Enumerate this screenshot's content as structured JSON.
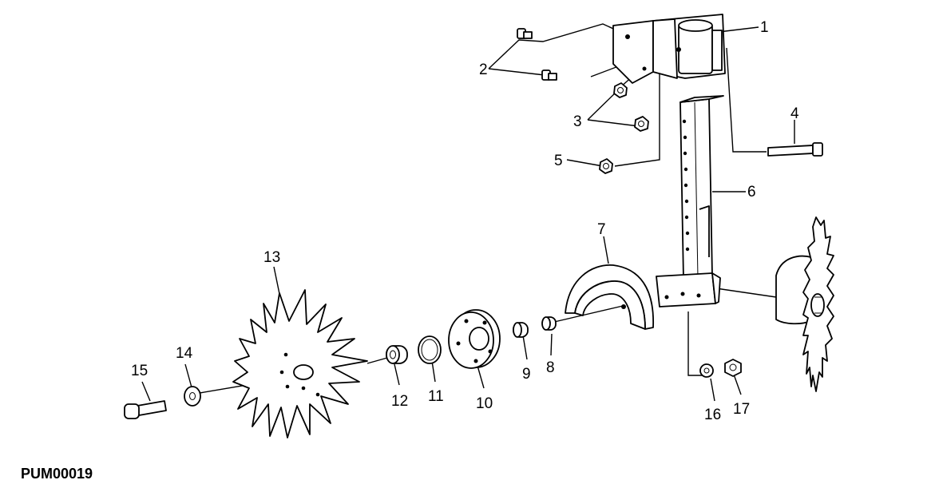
{
  "figure_code": "PUM00019",
  "callouts": [
    {
      "id": "1",
      "label": "1"
    },
    {
      "id": "2",
      "label": "2"
    },
    {
      "id": "3",
      "label": "3"
    },
    {
      "id": "4",
      "label": "4"
    },
    {
      "id": "5",
      "label": "5"
    },
    {
      "id": "6",
      "label": "6"
    },
    {
      "id": "7",
      "label": "7"
    },
    {
      "id": "8",
      "label": "8"
    },
    {
      "id": "9",
      "label": "9"
    },
    {
      "id": "10",
      "label": "10"
    },
    {
      "id": "11",
      "label": "11"
    },
    {
      "id": "12",
      "label": "12"
    },
    {
      "id": "13",
      "label": "13"
    },
    {
      "id": "14",
      "label": "14"
    },
    {
      "id": "15",
      "label": "15"
    },
    {
      "id": "16",
      "label": "16"
    },
    {
      "id": "17",
      "label": "17"
    }
  ]
}
